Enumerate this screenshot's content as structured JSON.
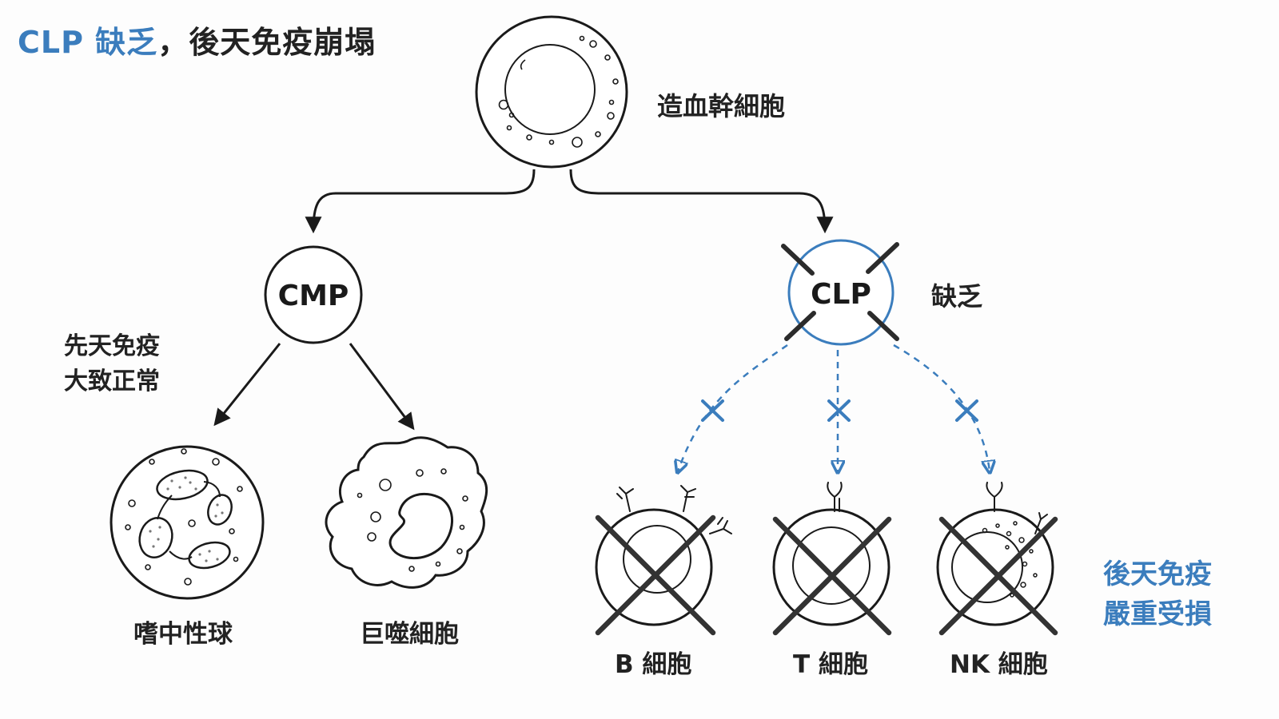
{
  "title": {
    "highlight": "CLP 缺乏",
    "rest": "，後天免疫崩塌"
  },
  "stem_cell": {
    "label": "造血幹細胞"
  },
  "cmp": {
    "label": "CMP",
    "note_line1": "先天免疫",
    "note_line2": "大致正常"
  },
  "clp": {
    "label": "CLP",
    "status": "缺乏"
  },
  "myeloid_cells": {
    "neutrophil": "嗜中性球",
    "macrophage": "巨噬細胞"
  },
  "lymphoid_cells": {
    "b_cell": "B 細胞",
    "t_cell": "T 細胞",
    "nk_cell": "NK 細胞"
  },
  "outcome": {
    "line1": "後天免疫",
    "line2": "嚴重受損"
  },
  "colors": {
    "accent": "#3b7dbd",
    "ink": "#1a1a1a",
    "cross": "#2b2b2b"
  }
}
